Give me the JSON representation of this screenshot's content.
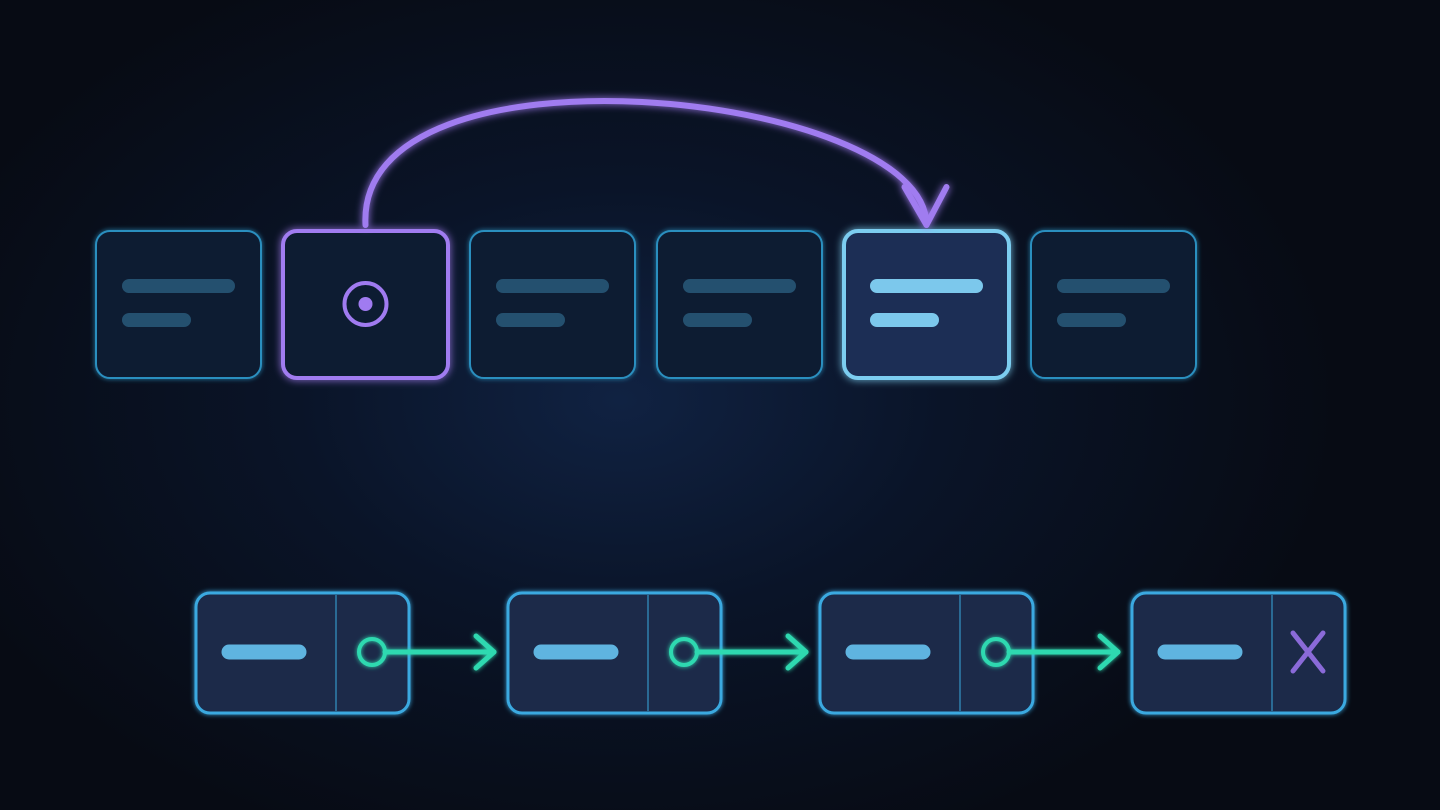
{
  "colors": {
    "background": "#070b14",
    "cell_border": "#2b8fbf",
    "cell_fill": "#111a31",
    "cell_line": "#24506f",
    "pointer_accent": "#a07bf0",
    "target_border": "#7ccdf0",
    "target_fill": "#1b2f55",
    "target_line": "#7cc8ec",
    "node_border": "#3aa9e0",
    "node_fill": "#1a2c4a",
    "node_line": "#5fb4e0",
    "link_arrow": "#2fd9b0",
    "null_mark": "#8a6ad8"
  },
  "array": {
    "cells": [
      {
        "kind": "data"
      },
      {
        "kind": "pointer",
        "icon": "target-dot-icon"
      },
      {
        "kind": "data"
      },
      {
        "kind": "data"
      },
      {
        "kind": "target"
      },
      {
        "kind": "data"
      }
    ],
    "jump": {
      "from_index": 1,
      "to_index": 4,
      "icon": "curved-arrow-icon"
    }
  },
  "linked_list": {
    "nodes": [
      {
        "next": "pointer"
      },
      {
        "next": "pointer"
      },
      {
        "next": "pointer"
      },
      {
        "next": "null",
        "icon": "x-icon"
      }
    ],
    "link_icon": "arrow-right-icon"
  }
}
